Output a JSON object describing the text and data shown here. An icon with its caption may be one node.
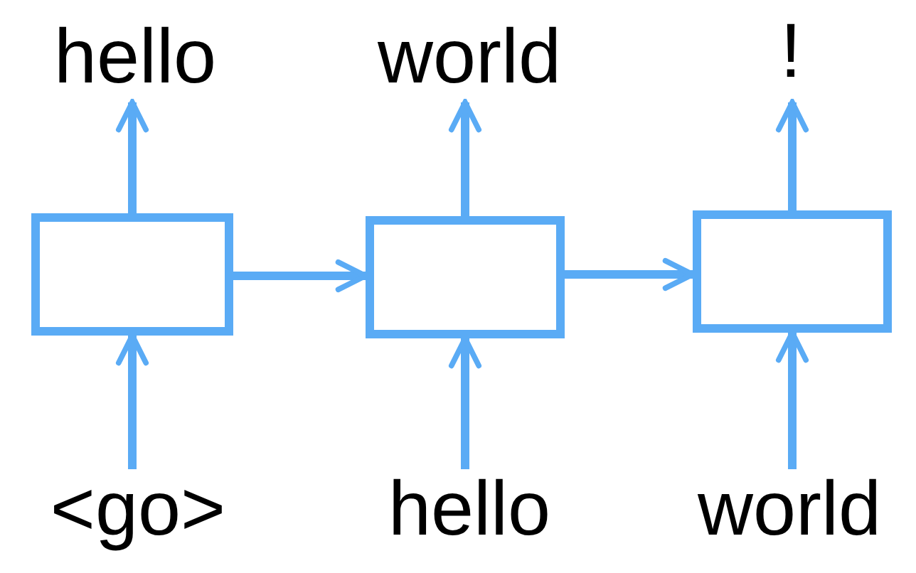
{
  "diagram": {
    "nodes": [
      {
        "text": [
          "hello"
        ]
      },
      {
        "text": [
          "world"
        ]
      },
      {
        "text": [
          "!"
        ]
      },
      {
        "text": [],
        "shape": "box"
      },
      {
        "text": [],
        "shape": "box"
      },
      {
        "text": [],
        "shape": "box"
      },
      {
        "text": [
          "<go>"
        ]
      },
      {
        "text": [
          "hello"
        ]
      },
      {
        "text": [
          "world"
        ]
      }
    ],
    "edges": [
      {
        "from": 6,
        "to": 3,
        "arrow": "to"
      },
      {
        "from": 3,
        "to": 0,
        "arrow": "to"
      },
      {
        "from": 3,
        "to": 4,
        "arrow": "to"
      },
      {
        "from": 7,
        "to": 4,
        "arrow": "to"
      },
      {
        "from": 4,
        "to": 1,
        "arrow": "to"
      },
      {
        "from": 4,
        "to": 5,
        "arrow": "to"
      },
      {
        "from": 8,
        "to": 5,
        "arrow": "to"
      },
      {
        "from": 5,
        "to": 2,
        "arrow": "to"
      }
    ]
  }
}
